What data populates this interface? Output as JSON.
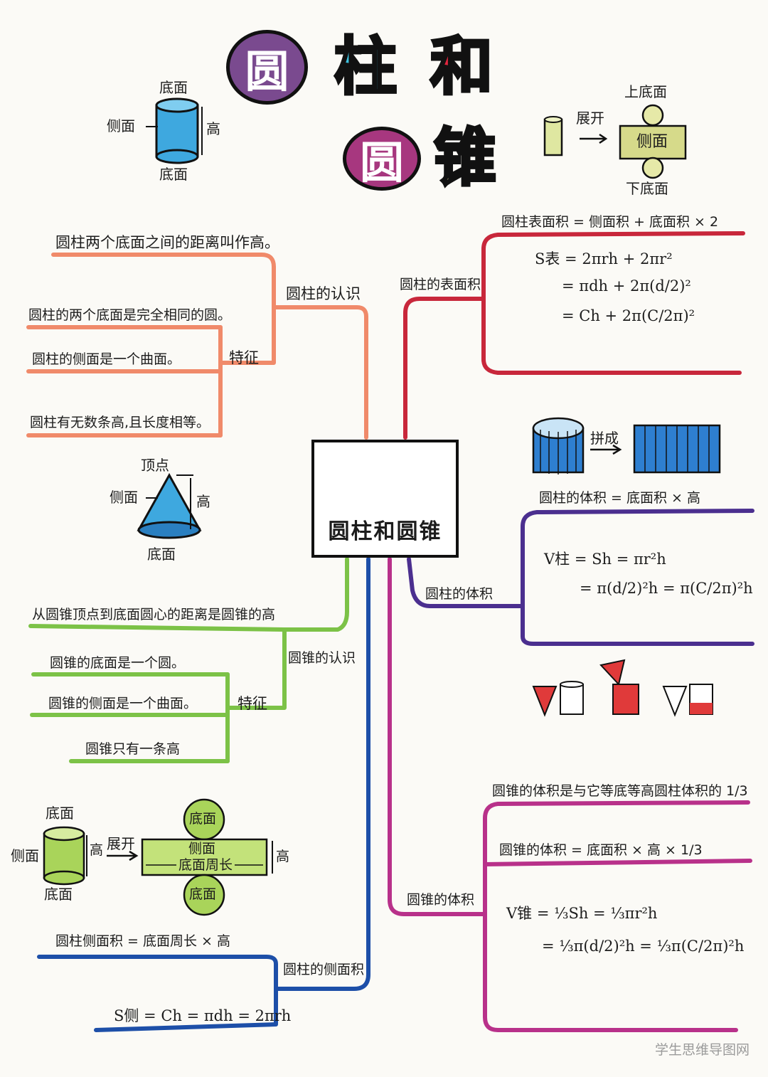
{
  "title": {
    "chars": [
      "圆",
      "柱",
      "和",
      "圆",
      "锥"
    ],
    "colors": [
      "#7a4a8f",
      "#3ec3e0",
      "#e3263f",
      "#a7377f",
      "#c9c48a"
    ]
  },
  "center": {
    "label": "圆柱和圆锥"
  },
  "cylinder_labels": {
    "top": "底面",
    "side": "侧面",
    "height": "高",
    "bottom": "底面"
  },
  "unfold_top": {
    "arrow": "展开",
    "upper": "上底面",
    "side": "侧面",
    "lower": "下底面"
  },
  "cone_labels": {
    "apex": "顶点",
    "side": "侧面",
    "height": "高",
    "bottom": "底面"
  },
  "cylinder_knowledge": {
    "label": "圆柱的认识",
    "height_def": "圆柱两个底面之间的距离叫作高。",
    "feature_label": "特征",
    "features": [
      "圆柱的两个底面是完全相同的圆。",
      "圆柱的侧面是一个曲面。",
      "圆柱有无数条高,且长度相等。"
    ]
  },
  "cone_knowledge": {
    "label": "圆锥的认识",
    "height_def": "从圆锥顶点到底面圆心的距离是圆锥的高",
    "feature_label": "特征",
    "features": [
      "圆锥的底面是一个圆。",
      "圆锥的侧面是一个曲面。",
      "圆锥只有一条高"
    ]
  },
  "cylinder_unfold_bottom": {
    "top": "底面",
    "side": "侧面",
    "height": "高",
    "bottom": "底面",
    "arrow": "展开",
    "rect_side": "侧面",
    "rect_len": "底面周长",
    "rect_h": "高",
    "circle_top": "底面",
    "circle_bottom": "底面"
  },
  "cylinder_lateral": {
    "label": "圆柱的侧面积",
    "formula1": "圆柱侧面积 = 底面周长 × 高",
    "formula2": "S侧 = Ch = πdh = 2πrh"
  },
  "cylinder_surface": {
    "label": "圆柱的表面积",
    "def": "圆柱表面积 = 侧面积 + 底面积 × 2",
    "f1": "S表 = 2πrh + 2πr²",
    "f2": "= πdh + 2π(d/2)²",
    "f3": "= Ch + 2π(C/2π)²"
  },
  "cylinder_volume": {
    "arrow": "拼成",
    "label": "圆柱的体积",
    "def": "圆柱的体积 = 底面积 × 高",
    "f1": "V柱 = Sh = πr²h",
    "f2": "= π(d/2)²h = π(C/2π)²h"
  },
  "cone_volume": {
    "label": "圆锥的体积",
    "def1": "圆锥的体积是与它等底等高圆柱体积的 1/3",
    "def2": "圆锥的体积 = 底面积 × 高 × 1/3",
    "f1": "V锥 = ⅓Sh = ⅓πr²h",
    "f2": "= ⅓π(d/2)²h = ⅓π(C/2π)²h"
  },
  "watermark": "学生思维导图网",
  "colors": {
    "orange": "#f08a6a",
    "green": "#7cc247",
    "blue": "#1d4fa8",
    "red": "#c8273b",
    "purple": "#4b2f8f",
    "magenta": "#b8318a",
    "cylinder_blue": "#3ea8df",
    "yellow_green": "#dfe7a1"
  }
}
